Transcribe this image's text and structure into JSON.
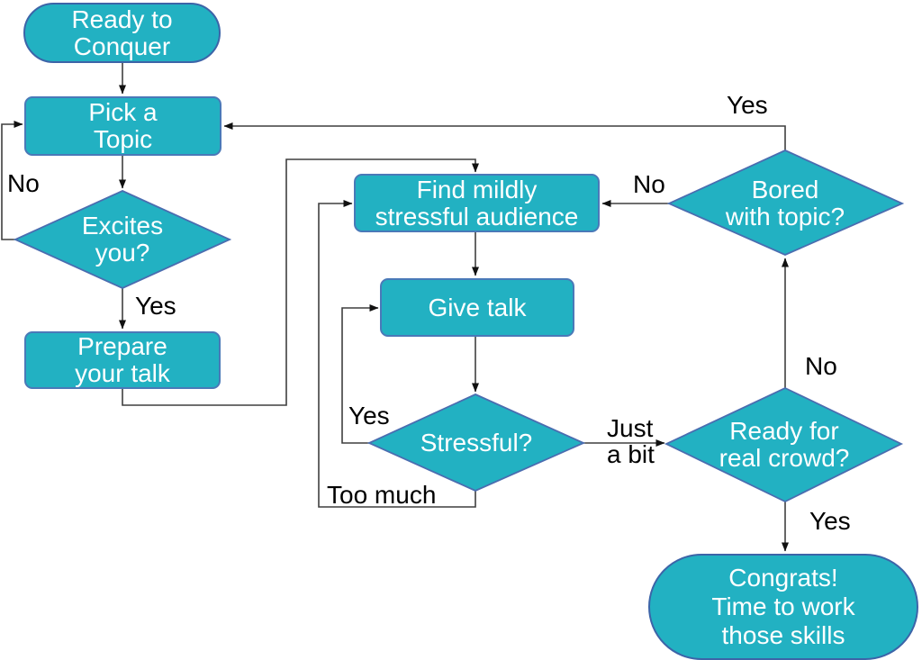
{
  "diagram_type": "flowchart",
  "colors": {
    "node_fill": "#22b1c2",
    "process_border": "#4a79b8",
    "stadium_border": "#3c64a8",
    "decision_border": "#4a6db0",
    "connector_line": "#3f3f3f",
    "arrowhead": "#111111",
    "node_text": "#ffffff",
    "label_text": "#000000",
    "background": "#ffffff"
  },
  "nodes": {
    "start": {
      "type": "stadium",
      "label": "Ready to\nConquer"
    },
    "pick_topic": {
      "type": "process",
      "label": "Pick a\nTopic"
    },
    "excites": {
      "type": "decision",
      "label": "Excites\nyou?"
    },
    "prepare": {
      "type": "process",
      "label": "Prepare\nyour talk"
    },
    "find_audience": {
      "type": "process",
      "label": "Find mildly\nstressful audience"
    },
    "give_talk": {
      "type": "process",
      "label": "Give talk"
    },
    "stressful": {
      "type": "decision",
      "label": "Stressful?"
    },
    "bored": {
      "type": "decision",
      "label": "Bored\nwith topic?"
    },
    "ready_crowd": {
      "type": "decision",
      "label": "Ready for\nreal crowd?"
    },
    "congrats": {
      "type": "stadium",
      "label": "Congrats!\nTime to work\nthose skills"
    }
  },
  "edges": [
    {
      "from": "start",
      "to": "pick_topic",
      "label": ""
    },
    {
      "from": "pick_topic",
      "to": "excites",
      "label": ""
    },
    {
      "from": "excites",
      "to": "pick_topic",
      "label": "No"
    },
    {
      "from": "excites",
      "to": "prepare",
      "label": "Yes"
    },
    {
      "from": "prepare",
      "to": "find_audience",
      "label": ""
    },
    {
      "from": "find_audience",
      "to": "give_talk",
      "label": ""
    },
    {
      "from": "give_talk",
      "to": "stressful",
      "label": ""
    },
    {
      "from": "stressful",
      "to": "give_talk",
      "label": "Yes"
    },
    {
      "from": "stressful",
      "to": "find_audience",
      "label": "Too much"
    },
    {
      "from": "stressful",
      "to": "ready_crowd",
      "label": "Just\na bit"
    },
    {
      "from": "ready_crowd",
      "to": "bored",
      "label": "No"
    },
    {
      "from": "ready_crowd",
      "to": "congrats",
      "label": "Yes"
    },
    {
      "from": "bored",
      "to": "find_audience",
      "label": "No"
    },
    {
      "from": "bored",
      "to": "pick_topic",
      "label": "Yes"
    }
  ]
}
